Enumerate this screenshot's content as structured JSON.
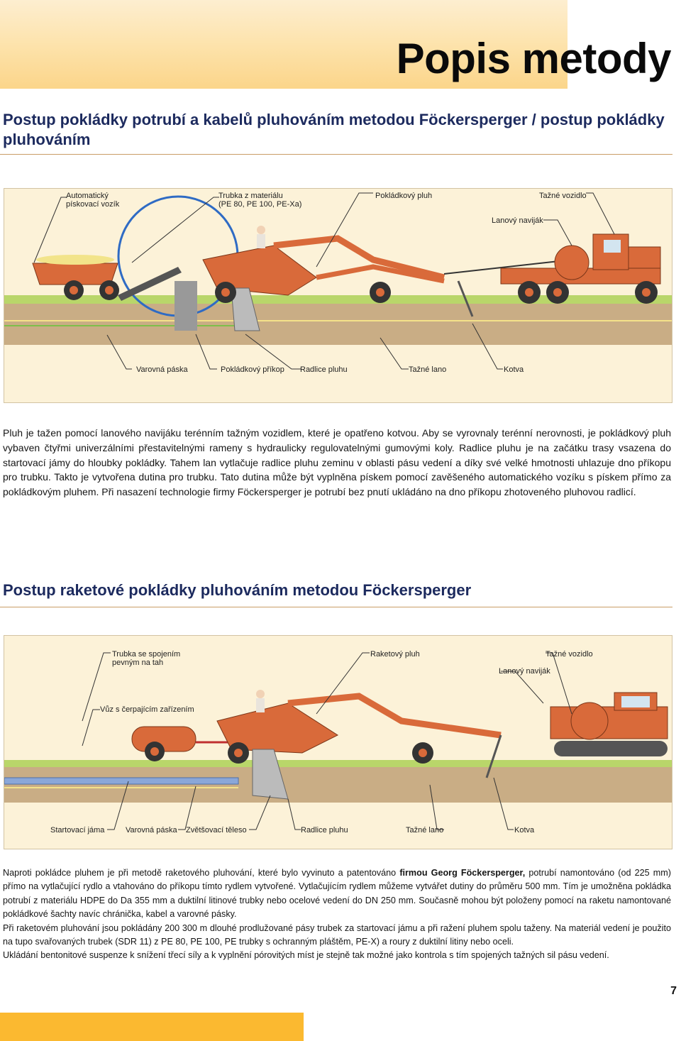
{
  "page_title": "Popis metody",
  "section1": {
    "heading": "Postup pokládky potrubí a kabelů pluhováním metodou Föckersperger / postup pokládky pluhováním",
    "figure_labels": {
      "automatic_cart": "Automatický\npískovací vozík",
      "pipe_material": "Trubka z materiálu\n(PE 80, PE 100, PE-Xa)",
      "laying_plough": "Pokládkový pluh",
      "towing_vehicle": "Tažné vozidlo",
      "rope_winch": "Lanový naviják",
      "warning_tape": "Varovná páska",
      "laying_trench": "Pokládkový příkop",
      "plough_blade": "Radlice pluhu",
      "tow_rope": "Tažné lano",
      "anchor": "Kotva"
    },
    "body": "Pluh je tažen pomocí lanového navijáku terénním tažným vozidlem, které je opatřeno kotvou. Aby se vyrovnaly terénní nerovnosti, je pokládkový pluh vybaven čtyřmi univerzálními přestavitelnými rameny s hydraulicky regulovatelnými gumovými koly. Radlice pluhu je na začátku trasy vsazena do startovací jámy do hloubky pokládky. Tahem lan vytlačuje radlice pluhu zeminu v oblasti pásu vedení a díky své velké hmotnosti uhlazuje dno příkopu pro trubku. Takto je vytvořena dutina pro trubku. Tato dutina může být vyplněna pískem pomocí zavěšeného automatického vozíku s pískem přímo za pokládkovým pluhem. Při nasazení technologie firmy Föckersperger je potrubí bez pnutí ukládáno na dno příkopu zhotoveného pluhovou radlicí."
  },
  "section2": {
    "heading": "Postup raketové pokládky pluhováním metodou Föckersperger",
    "figure_labels": {
      "pipe_fixed": "Trubka se spojením\npevným na tah",
      "rocket_plough": "Raketový pluh",
      "towing_vehicle": "Tažné vozidlo",
      "rope_winch": "Lanový naviják",
      "pump_wagon": "Vůz s čerpajícím zařízením",
      "start_pit": "Startovací jáma",
      "warning_tape": "Varovná páska",
      "expander": "Zvětšovací těleso",
      "plough_blade": "Radlice pluhu",
      "tow_rope": "Tažné lano",
      "anchor": "Kotva"
    },
    "para1_a": "Naproti pokládce pluhem je při metodě raketového pluhování, které bylo vyvinuto a patentováno ",
    "para1_bold": "firmou Georg Föckersperger,",
    "para1_b": " potrubí namontováno (od 225 mm) přímo na vytlačující rydlo a vtahováno do příkopu tímto rydlem vytvořené. Vytlačujícím rydlem můžeme vytvářet dutiny do průměru 500 mm. Tím je umožněna pokládka potrubí z materiálu HDPE do  Da 355 mm a duktilní litinové trubky nebo ocelové vedení do  DN 250 mm. Současně mohou být položeny pomocí na raketu namontované pokládkové šachty navíc chránička, kabel a varovné pásky.",
    "para2": "Při raketovém pluhování jsou pokládány 200  300 m dlouhé prodlužované pásy trubek za startovací jámu a při ražení pluhem spolu taženy. Na materiál vedení je použito na tupo svařovaných trubek (SDR 11) z PE 80, PE 100, PE  trubky s ochranným pláštěm, PE-X) a roury z duktilní litiny nebo oceli.",
    "para3": "Ukládání bentonitové suspenze k snížení třecí síly a k vyplnění pórovitých míst je stejně tak možné jako kontrola s tím spojených tažných sil pásu vedení."
  },
  "page_number": "7",
  "colors": {
    "heading": "#1c2a5e",
    "machine": "#d96a3a",
    "soil": "#c9ad85",
    "grass": "#b9d66a",
    "accent_band": "#fbb930"
  }
}
